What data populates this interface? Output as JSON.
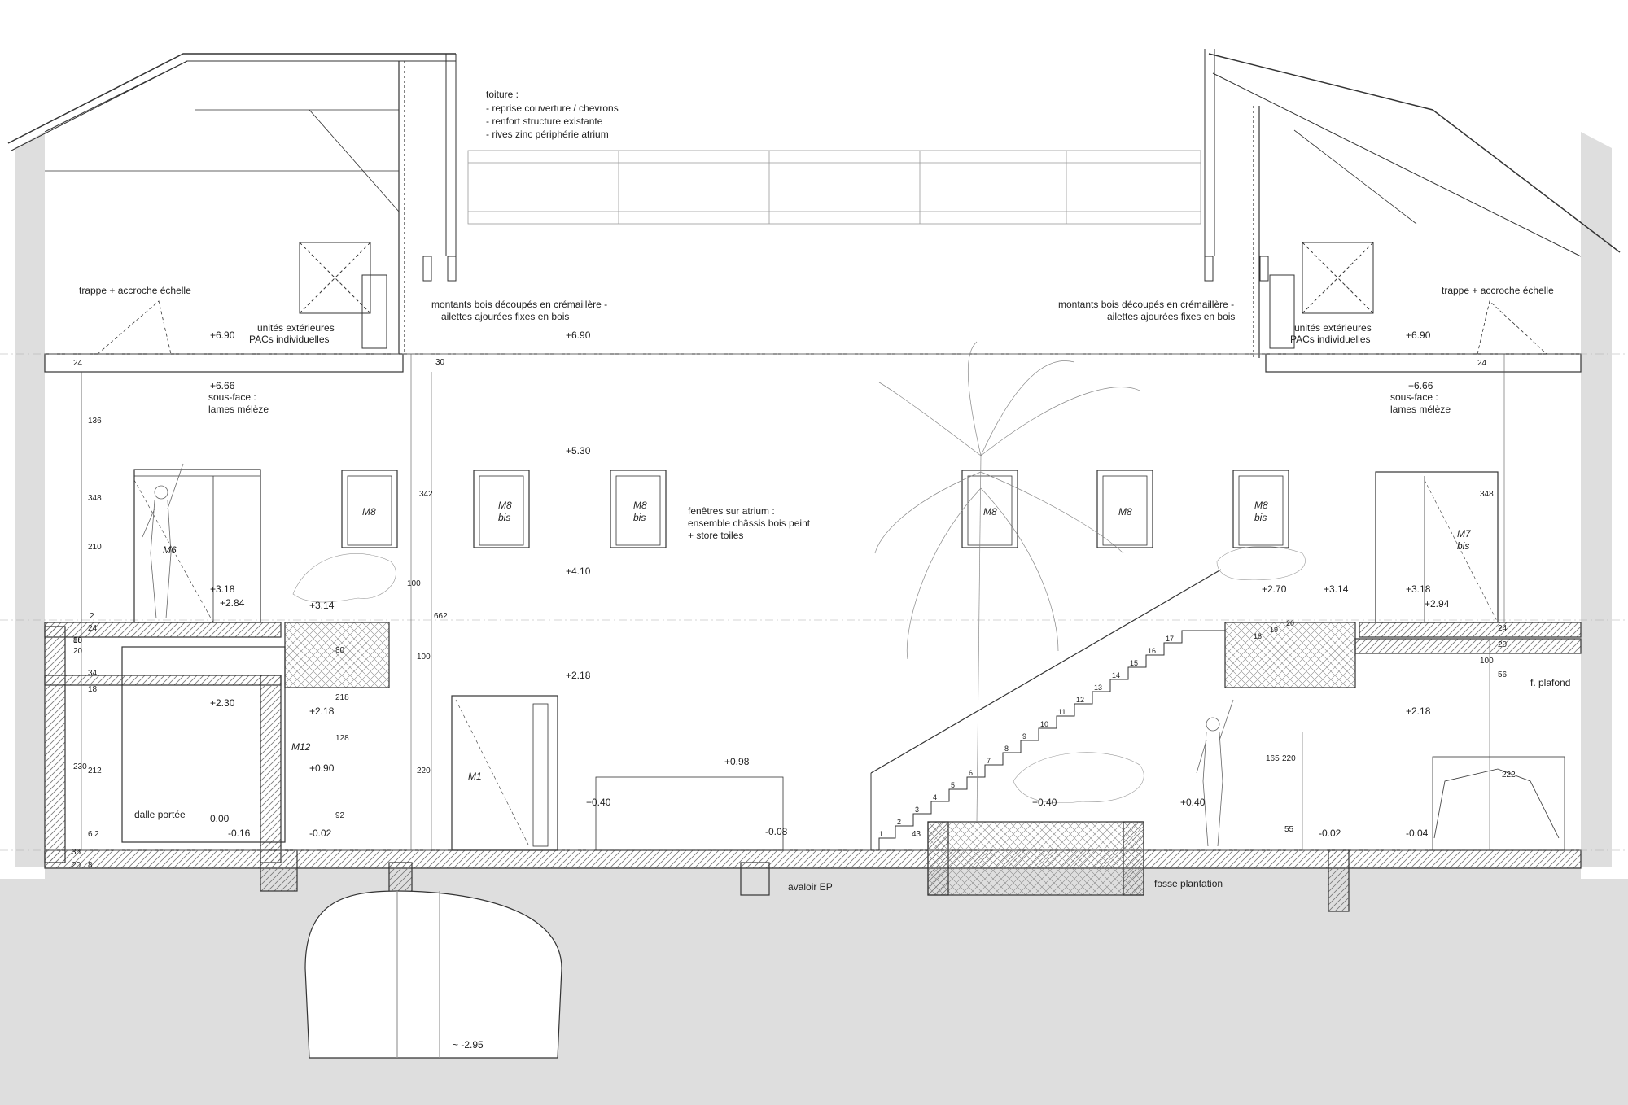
{
  "notes": {
    "toiture_title": "toiture :",
    "toiture_1": "- reprise couverture / chevrons",
    "toiture_2": "- renfort structure existante",
    "toiture_3": "- rives zinc périphérie atrium",
    "trappe_left": "trappe + accroche échelle",
    "trappe_right": "trappe + accroche échelle",
    "montants_left_1": "montants bois découpés en crémaillère -",
    "montants_left_2": "ailettes ajourées fixes en bois",
    "montants_right_1": "montants bois découpés en crémaillère -",
    "montants_right_2": "ailettes ajourées fixes en bois",
    "unites_left_1": "unités extérieures",
    "unites_left_2": "PACs individuelles",
    "unites_right_1": "unités extérieures",
    "unites_right_2": "PACs individuelles",
    "sousface_left_1": "sous-face :",
    "sousface_left_2": "lames mélèze",
    "sousface_right_1": "sous-face :",
    "sousface_right_2": "lames mélèze",
    "fenetres_1": "fenêtres sur atrium :",
    "fenetres_2": "ensemble châssis bois peint",
    "fenetres_3": "+ store toiles",
    "dalle": "dalle portée",
    "fplafond": "f. plafond",
    "avaloir": "avaloir EP",
    "fosse": "fosse plantation"
  },
  "levels": {
    "l690_left": "+6.90",
    "l690_mid": "+6.90",
    "l690_right": "+6.90",
    "l666_left": "+6.66",
    "l666_right": "+6.66",
    "l530": "+5.30",
    "l410": "+4.10",
    "l318_left": "+3.18",
    "l284": "+2.84",
    "l314_left": "+3.14",
    "l270": "+2.70",
    "l314_right": "+3.14",
    "l318_right": "+3.18",
    "l294": "+2.94",
    "l230": "+2.30",
    "l218_a": "+2.18",
    "l218_b": "+2.18",
    "l218_right": "+2.18",
    "l090": "+0.90",
    "l098": "+0.98",
    "l040_a": "+0.40",
    "l040_b": "+0.40",
    "l040_c": "+0.40",
    "l000": "0.00",
    "lm016": "-0.16",
    "lm002_left": "-0.02",
    "lm008": "-0.08",
    "lm002_right": "-0.02",
    "lm004": "-0.04",
    "lm295": "~ -2.95"
  },
  "windows": {
    "m6": "M6",
    "m8_a": "M8",
    "m8bis_a_1": "M8",
    "m8bis_a_2": "bis",
    "m8bis_b_1": "M8",
    "m8bis_b_2": "bis",
    "m8_b": "M8",
    "m8_c": "M8",
    "m8bis_c_1": "M8",
    "m8bis_c_2": "bis",
    "m7bis_1": "M7",
    "m7bis_2": "bis",
    "m12": "M12",
    "m1": "M1"
  },
  "dims": {
    "d24_left": "24",
    "d136": "136",
    "d348": "348",
    "d210": "210",
    "d2": "2",
    "d24b": "24",
    "d10": "10",
    "d20": "20",
    "d88": "88",
    "d34": "34",
    "d18": "18",
    "d230": "230",
    "d212": "212",
    "d6": "6",
    "d2b": "2",
    "d36": "36",
    "d20b": "20",
    "d8": "8",
    "d30": "30",
    "d342": "342",
    "d100a": "100",
    "d662": "662",
    "d100b": "100",
    "d220": "220",
    "d80": "80",
    "d218": "218",
    "d128": "128",
    "d92": "92",
    "d24_right": "24",
    "d348_right": "348",
    "d24c": "24",
    "d20c": "20",
    "d100c": "100",
    "d56": "56",
    "d165": "165",
    "d220b": "220",
    "d55": "55",
    "d222": "222",
    "d43": "43"
  },
  "treads": [
    "1",
    "2",
    "3",
    "4",
    "5",
    "6",
    "7",
    "8",
    "9",
    "10",
    "11",
    "12",
    "13",
    "14",
    "15",
    "16",
    "17",
    "18",
    "19",
    "20"
  ],
  "colors": {
    "ground": "#dedede",
    "line": "#333333",
    "hatch": "#7a7a7a",
    "sky": "#ffffff"
  }
}
